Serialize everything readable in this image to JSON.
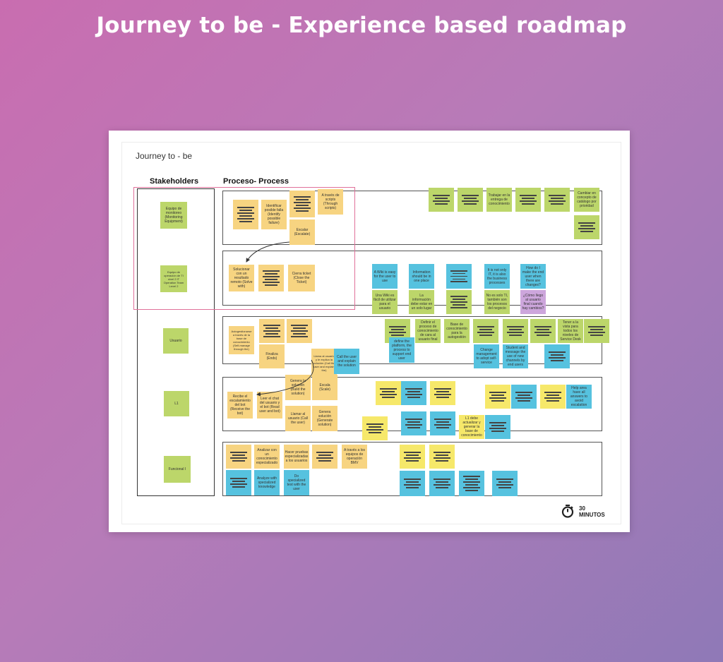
{
  "page": {
    "title": "Journey to be - Experience based roadmap"
  },
  "board": {
    "title": "Journey to - be",
    "stakeholders_header": "Stakeholders",
    "process_header": "Proceso- Process",
    "stakeholders": [
      "Equipo de monitoreo (Monitoring Equipment)",
      "Equipo de operación de TI nivel 2 IT Operation Team Level 2",
      "Usuario",
      "L1",
      "Funcional I"
    ],
    "notes": {
      "n1": "Identificar posible falla (Identify possible failure)",
      "n2": "A través de scripts (Through scripts)",
      "n3": "Escalar (Escalate)",
      "n4": "Cambiar en concepto de catálogo por prioridad",
      "n5": "Trabajar en la entrega de conocimiento",
      "n6": "Solucionar con un resultado remoto (Solve with)",
      "n7": "Cierra ticket (Close the Ticket)",
      "n8": "A Wiki is easy for the user to use",
      "n9": "Una Wiki es fácil de utilizar para el usuario",
      "n10": "Information should be in one place",
      "n11": "La información debe estar en un solo lugar",
      "n12": "It is not only IT, it is also the business processes",
      "n13": "No es solo TI, también son los procesos del negocio",
      "n14": "How do I make the end user when there are changes?",
      "n15": "¿Cómo llego al usuario final cuando hay cambios?",
      "n16": "Autogestionarse a través de la base de conocimiento (Self-manage through the)",
      "n17": "Finaliza (Ends)",
      "n18": "Llama al usuario y le explica la solución (Call the user and explain the)",
      "n19": "Call the user and explain the solution",
      "n20": "Definir el proceso de conocimiento de cara al usuario final",
      "n21": "Base de conocimiento para la autogestión",
      "n22": "define the platform, the process to support end user",
      "n23": "Change management to adopt self-service",
      "n24": "Student and message the use of new channels by end users",
      "n25": "Tener a la vista para todos los niveles de Service Desk",
      "n26": "Recibe el escalamiento del bot (Receive the bot)",
      "n27": "Leer el chat del usuario y el bot (Read user and bot)",
      "n28": "Genera la solución (Build the solution)",
      "n29": "Escala (Scale)",
      "n30": "Llamar al usuario (Call the user)",
      "n31": "Genera solución (Generate solution)",
      "n32": "Help area have all answers to avoid escalation",
      "n33": "L1 debe actualizar y generar la base de conocimiento",
      "n34": "Analizar con un conocimiento especializado",
      "n35": "Hacer pruebas especializadas a los usuarios",
      "n36": "Analyze with specialized knowledge",
      "n37": "Do specialized test with the user",
      "n38": "A través a los equipos de operación BMV"
    },
    "timer": {
      "value": "30",
      "unit": "MINUTOS"
    }
  },
  "colors": {
    "green": "#bcd66a",
    "yellow": "#f7d481",
    "yellow_bright": "#f6e86a",
    "blue": "#56c2df",
    "purple": "#cda6dc",
    "highlight": "#e0709a"
  }
}
